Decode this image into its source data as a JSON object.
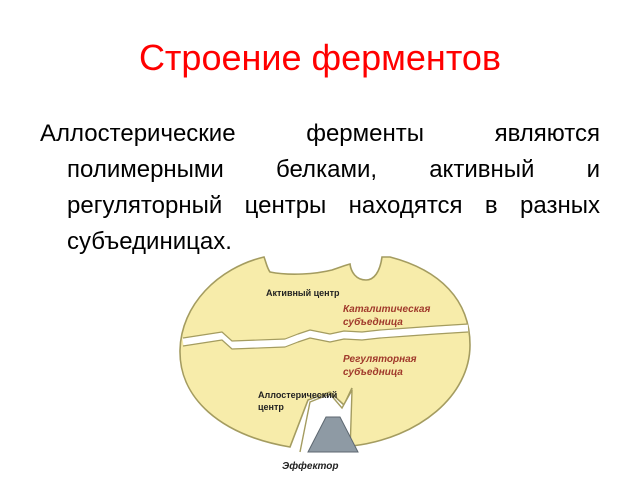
{
  "title": "Строение ферментов",
  "body_text": "Аллостерические ферменты являются полимерными белками, активный и регуляторный центры находятся в разных субъединицах.",
  "diagram": {
    "active_center": "Активный центр",
    "catalytic_subunit_line1": "Каталитическая",
    "catalytic_subunit_line2": "субъедница",
    "regulatory_subunit_line1": "Регуляторная",
    "regulatory_subunit_line2": "субъедница",
    "allosteric_center_line1": "Аллостерический",
    "allosteric_center_line2": "центр",
    "effector": "Эффектор"
  },
  "colors": {
    "title": "#ff0000",
    "enzyme_fill": "#f7ecaa",
    "enzyme_stroke": "#a49c60",
    "effector_fill": "#8e9aa4",
    "subunit_label": "#a0392b"
  }
}
